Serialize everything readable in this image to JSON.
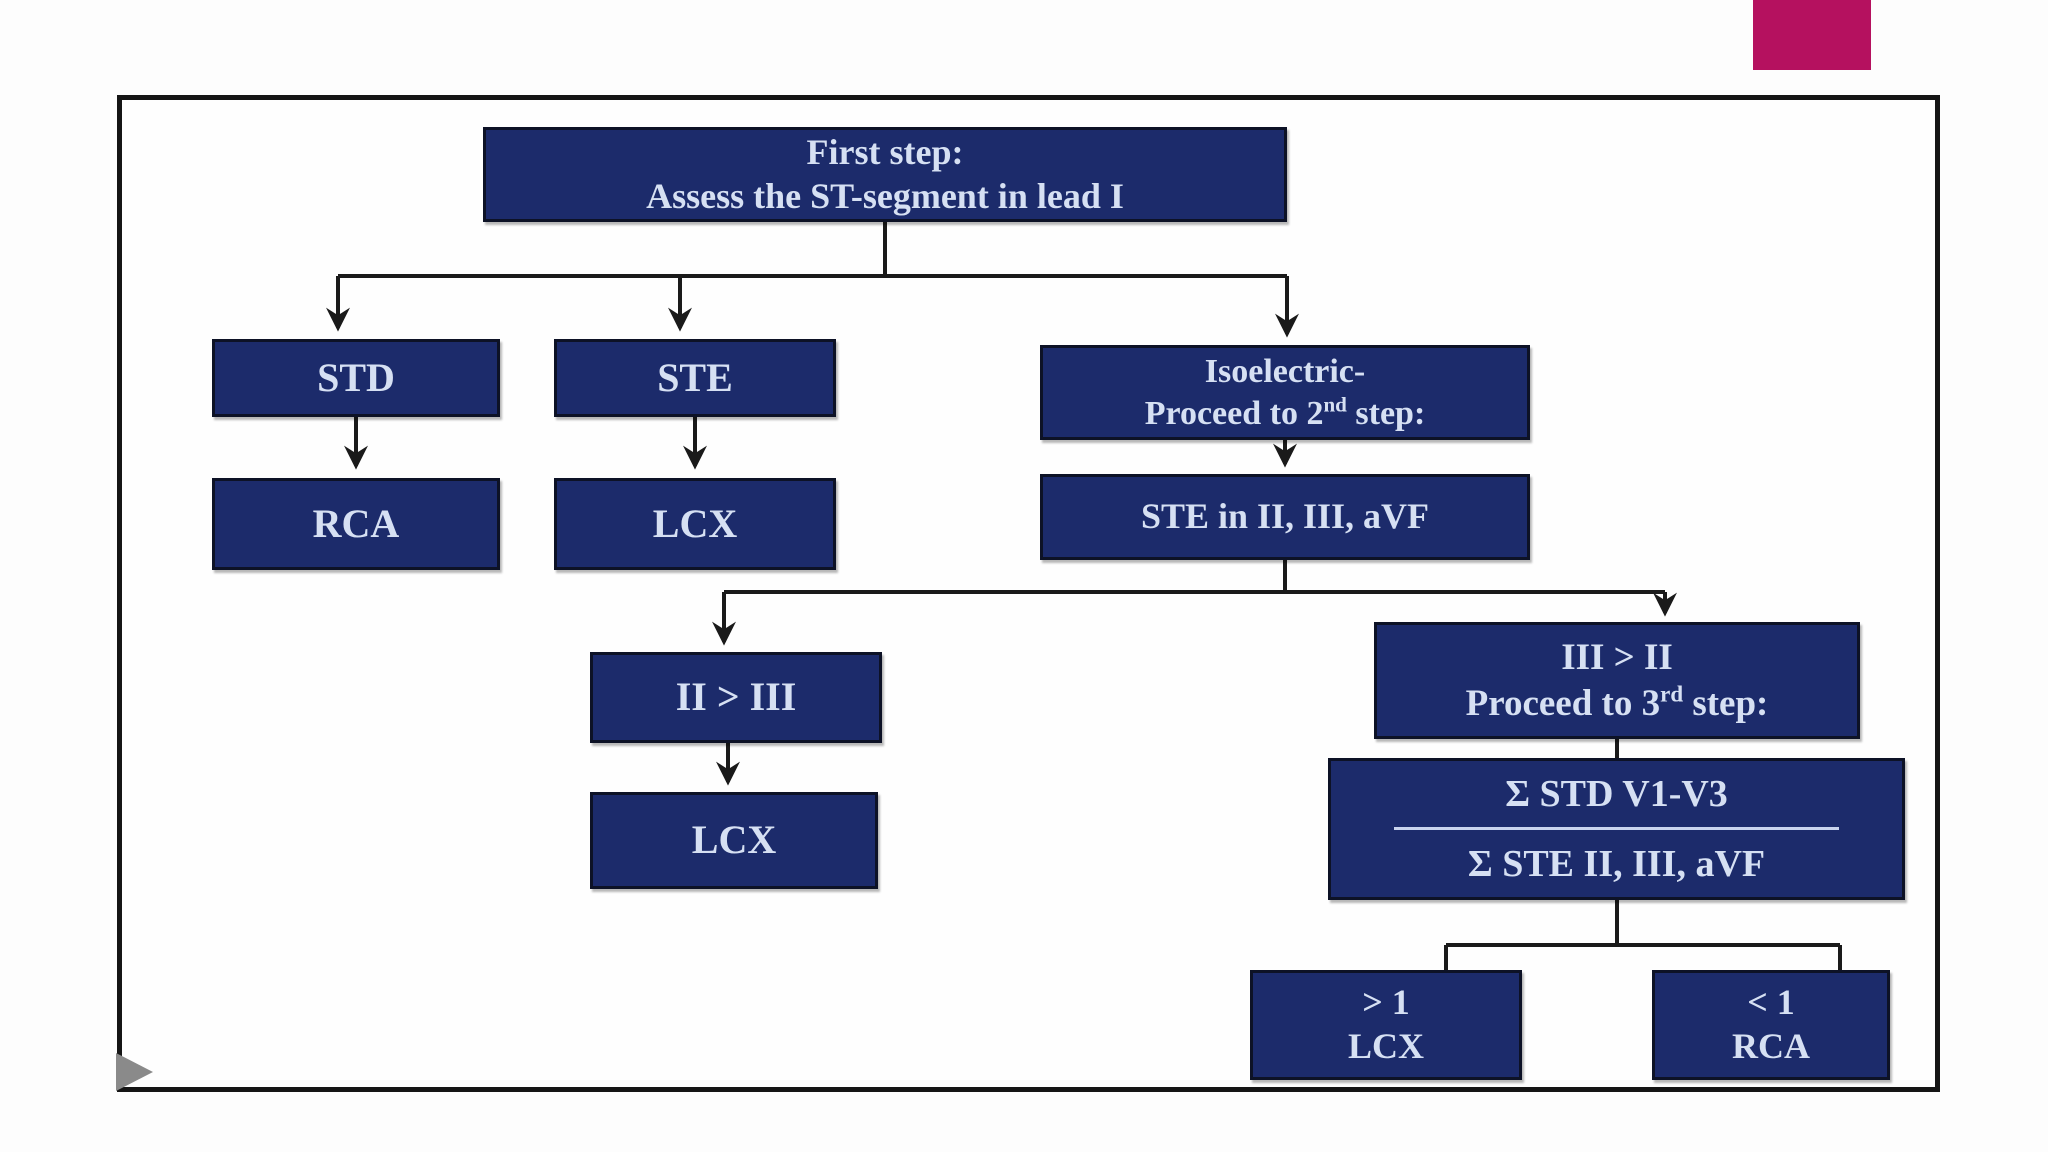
{
  "slide": {
    "accent_bar_color": "#b5115f",
    "play_marker_color": "#8a8a8a",
    "background_color": "#fdfdfd"
  },
  "palette": {
    "node_fill": "#1c2b6b",
    "node_border": "#0d1226",
    "node_text": "#d6e0f3",
    "connector_color": "#1a1a1a",
    "frame_border": "#151515"
  },
  "flowchart": {
    "nodes": {
      "first_step": {
        "line1": "First step:",
        "line2": "Assess the ST-segment in lead I"
      },
      "std": {
        "label": "STD"
      },
      "ste": {
        "label": "STE"
      },
      "isoelectric": {
        "line1": "Isoelectric-",
        "line2_prefix": "Proceed to 2",
        "line2_sup": "nd",
        "line2_suffix": " step:"
      },
      "rca": {
        "label": "RCA"
      },
      "lcx": {
        "label": "LCX"
      },
      "ste_inferior": {
        "label": "STE in II, III, aVF"
      },
      "ii_gt_iii": {
        "label": "II > III"
      },
      "iii_gt_ii": {
        "line1": "III > II",
        "line2_prefix": "Proceed to 3",
        "line2_sup": "rd",
        "line2_suffix": " step:"
      },
      "lcx2": {
        "label": "LCX"
      },
      "ratio": {
        "numerator": "Σ STD V1-V3",
        "denominator": "Σ STE II, III, aVF"
      },
      "gt1_lcx": {
        "line1": "> 1",
        "line2": "LCX"
      },
      "lt1_rca": {
        "line1": "< 1",
        "line2": "RCA"
      }
    }
  }
}
